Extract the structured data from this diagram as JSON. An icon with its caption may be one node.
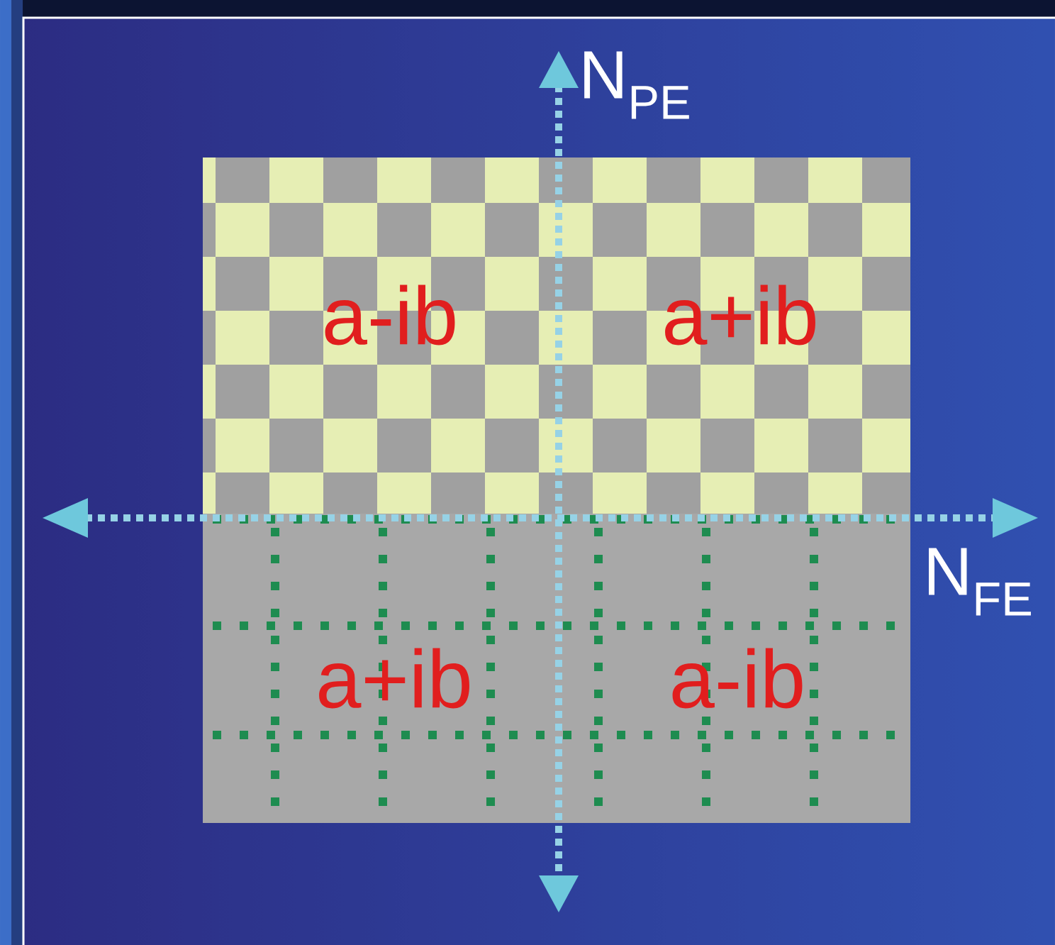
{
  "diagram": {
    "labels": [
      "N$_{PE}$",
      "a-ib",
      "a+ib",
      "N$_{FE}$",
      "a+ib",
      "a-ib"
    ]
  }
}
